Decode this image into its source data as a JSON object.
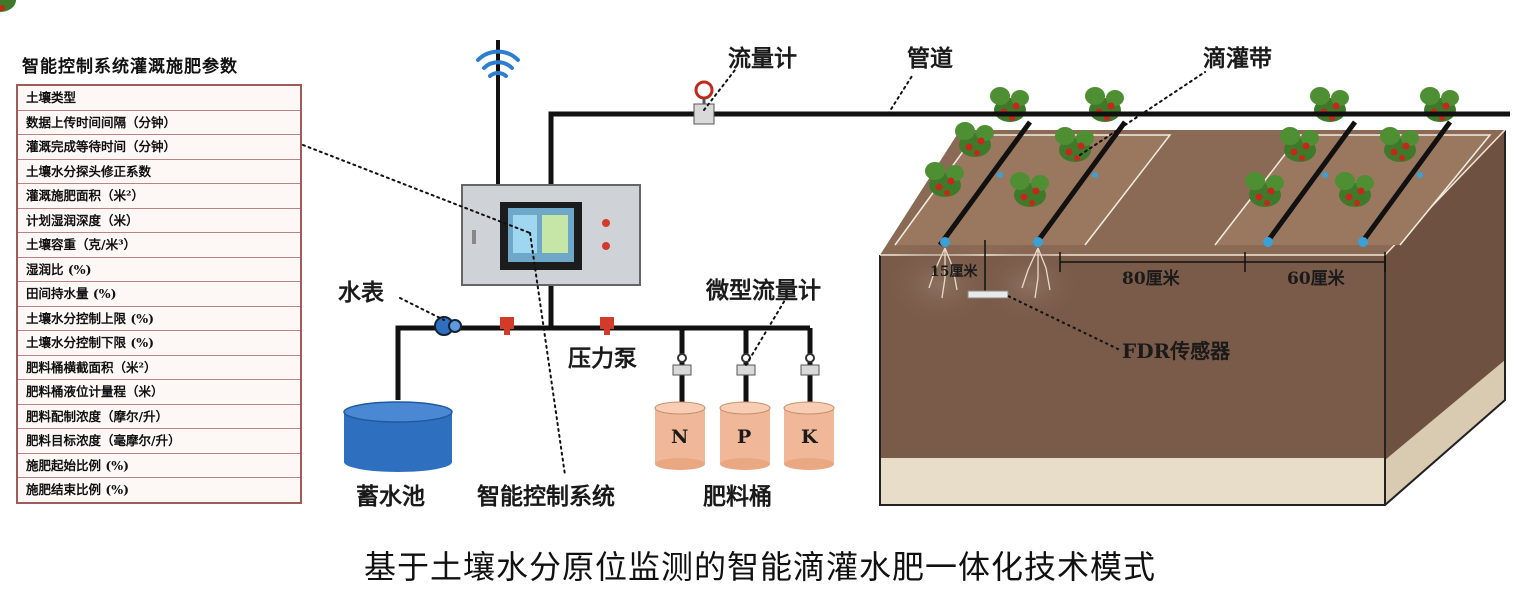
{
  "panel": {
    "title": "智能控制系统灌溉施肥参数",
    "rows": [
      "土壤类型",
      "数据上传时间间隔（分钟）",
      "灌溉完成等待时间（分钟）",
      "土壤水分探头修正系数",
      "灌溉施肥面积（米²）",
      "计划湿润深度（米）",
      "土壤容重（克/米³）",
      "湿润比 (%)",
      "田间持水量 (%)",
      "土壤水分控制上限 (%)",
      "土壤水分控制下限 (%)",
      "肥料桶横截面积（米²）",
      "肥料桶液位计量程（米）",
      "肥料配制浓度（摩尔/升）",
      "肥料目标浓度（毫摩尔/升）",
      "施肥起始比例 (%)",
      "施肥结束比例 (%)"
    ]
  },
  "labels": {
    "flowmeter": "流量计",
    "pipe": "管道",
    "drip_tape": "滴灌带",
    "water_meter": "水表",
    "micro_flowmeter": "微型流量计",
    "pressure_pump": "压力泵",
    "reservoir": "蓄水池",
    "control_system": "智能控制系统",
    "fertilizer_tank": "肥料桶",
    "fdr_sensor": "FDR传感器",
    "dim_15": "15厘米",
    "dim_80": "80厘米",
    "dim_60": "60厘米",
    "tank_n": "N",
    "tank_p": "P",
    "tank_k": "K"
  },
  "caption": "基于土壤水分原位监测的智能滴灌水肥一体化技术模式",
  "colors": {
    "soil_front": "#7a5a48",
    "soil_top": "#8a6a55",
    "sand": "#e8ddc8",
    "pipe": "#111111",
    "reservoir": "#2f6fbf",
    "tank": "#f0b898",
    "panel_border": "#a05a5a"
  }
}
